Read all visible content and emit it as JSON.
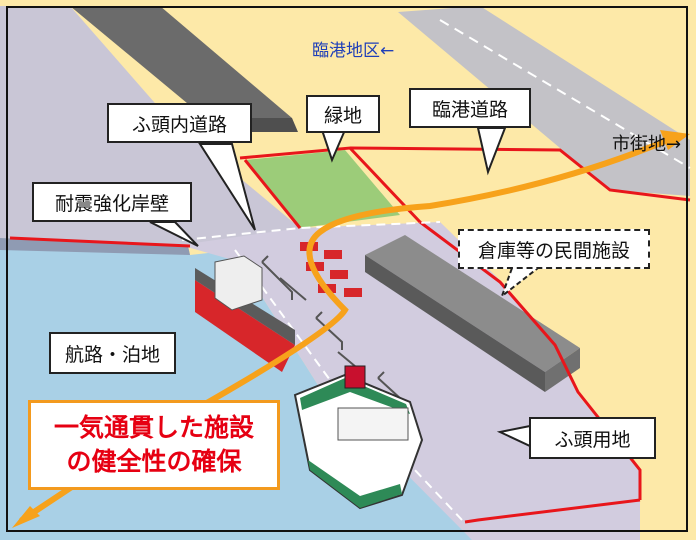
{
  "labels": {
    "rinko_district": "臨港地区←",
    "city_area": "市街地→",
    "pier_internal_road": "ふ頭内道路",
    "green_space": "緑地",
    "rinko_road": "臨港道路",
    "seismic_quay": "耐震強化岸壁",
    "private_facilities": "倉庫等の民間施設",
    "channel_anchorage": "航路・泊地",
    "pier_land": "ふ頭用地"
  },
  "emphasis": {
    "line1": "一気通貫した施設",
    "line2": "の健全性の確保"
  },
  "colors": {
    "land": "#fde9a8",
    "sea": "#a9d0e6",
    "pier": "#cdc8d8",
    "green": "#9ccc79",
    "boundary": "#e8161b",
    "flow_arrow": "#f7a21b",
    "emphasis_text": "#e60012"
  }
}
